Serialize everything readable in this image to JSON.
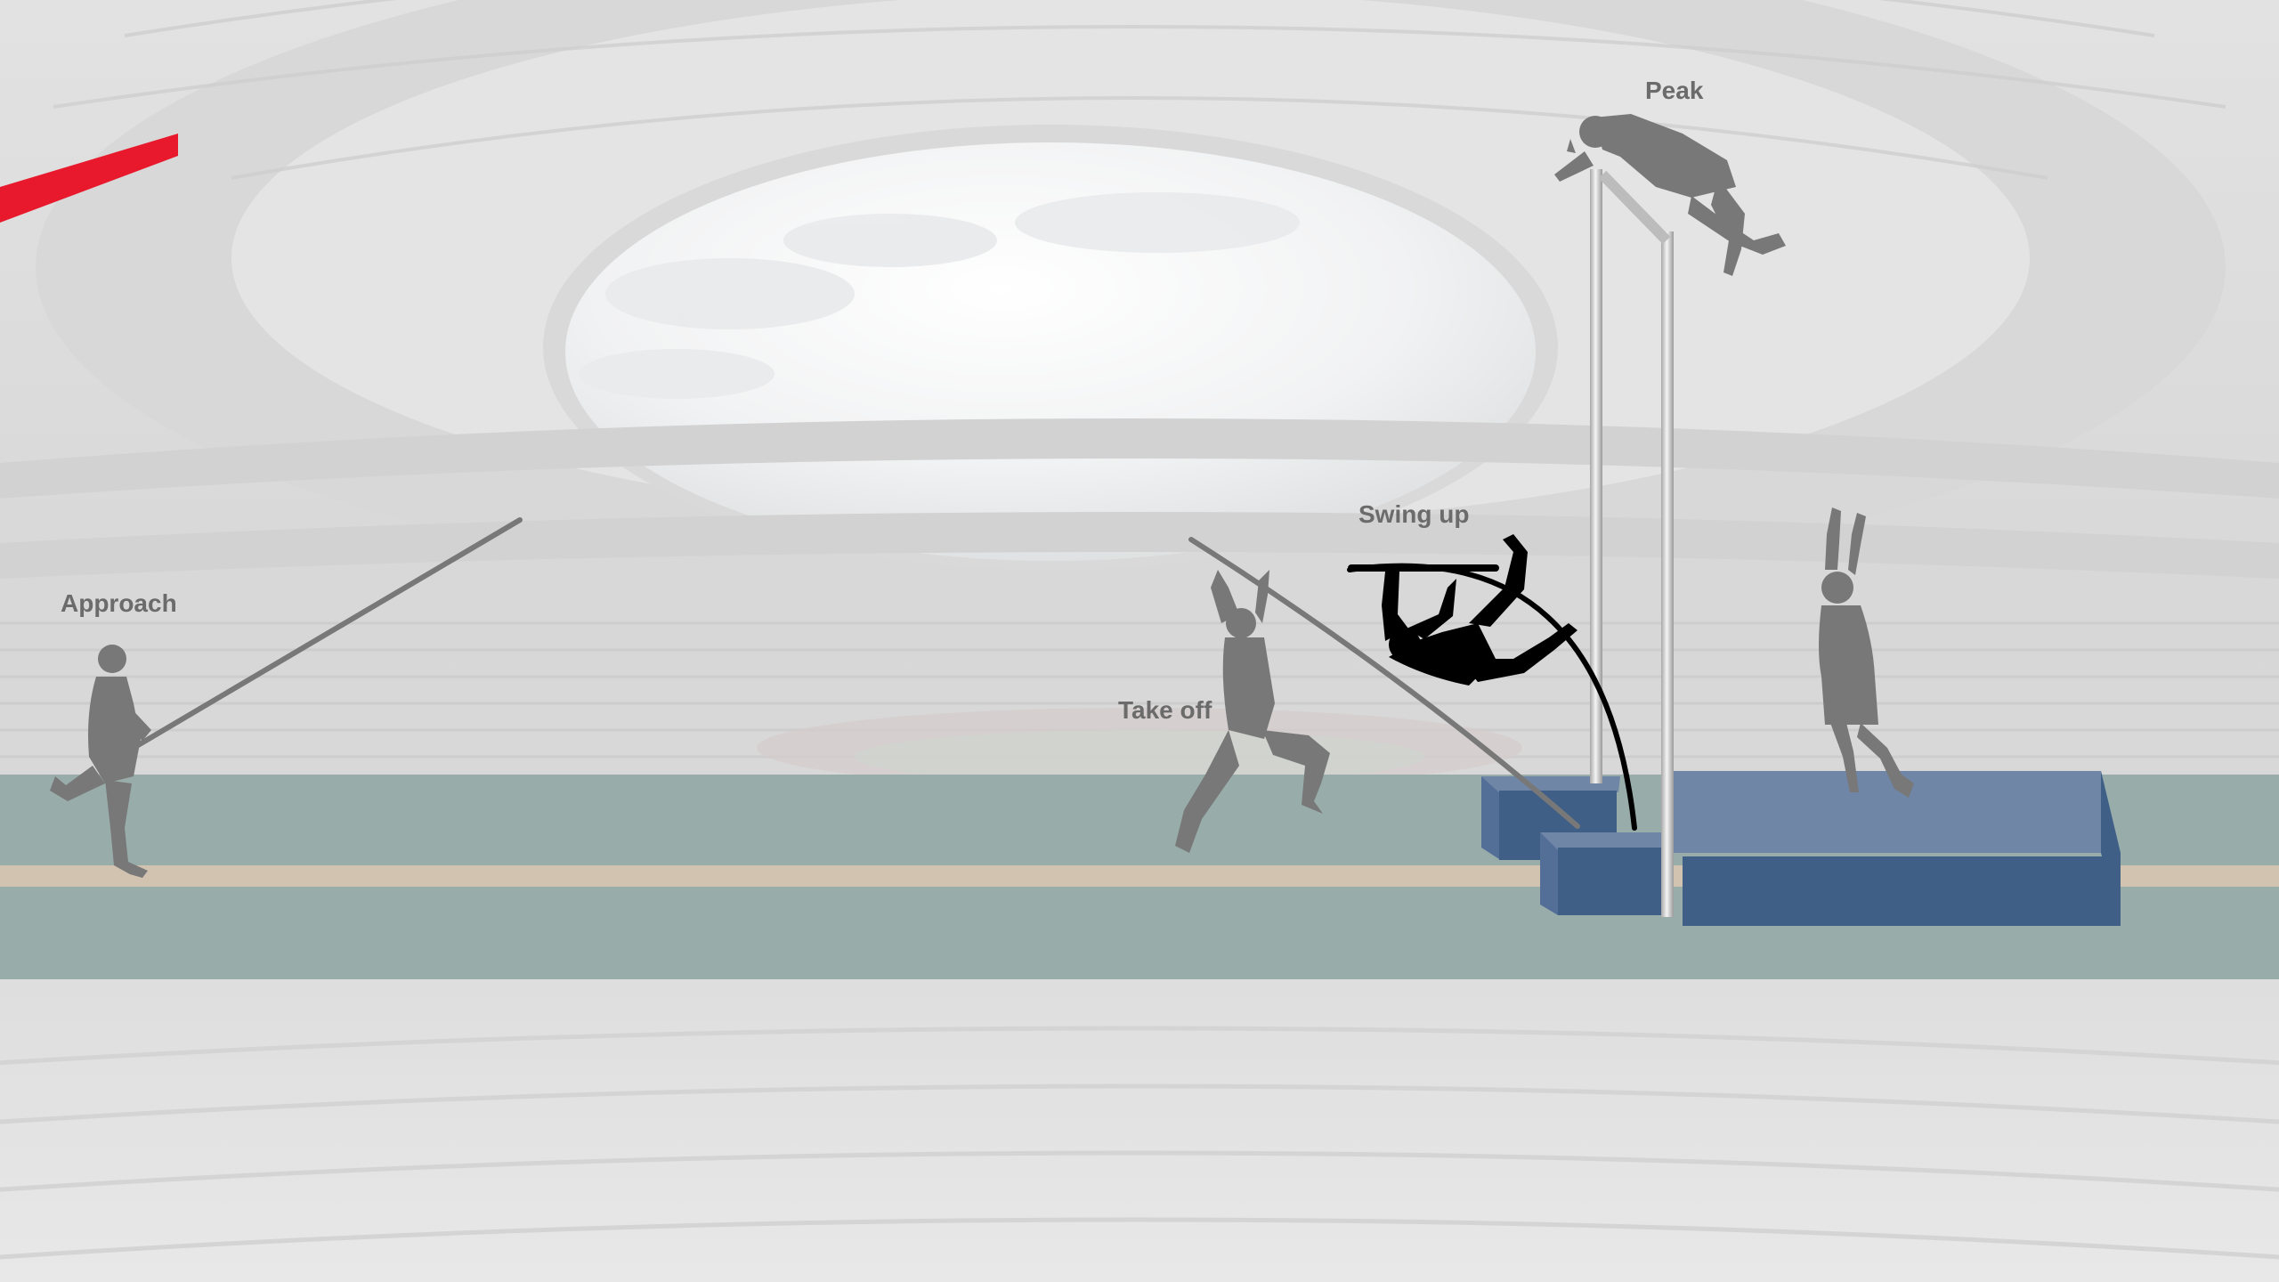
{
  "diagram": {
    "phases": [
      {
        "id": "approach",
        "label": "Approach"
      },
      {
        "id": "takeoff",
        "label": "Take off"
      },
      {
        "id": "swing",
        "label": "Swing up"
      },
      {
        "id": "peak",
        "label": "Peak"
      }
    ]
  },
  "colors": {
    "track": "#98adaa",
    "lane_stripe": "#d2c2b0",
    "mat_top": "#6f86a6",
    "mat_front": "#3f5f87",
    "accent_red": "#e8192c",
    "silhouette_gray": "#787878",
    "silhouette_black": "#000000",
    "label_text": "#6b6b6b"
  }
}
